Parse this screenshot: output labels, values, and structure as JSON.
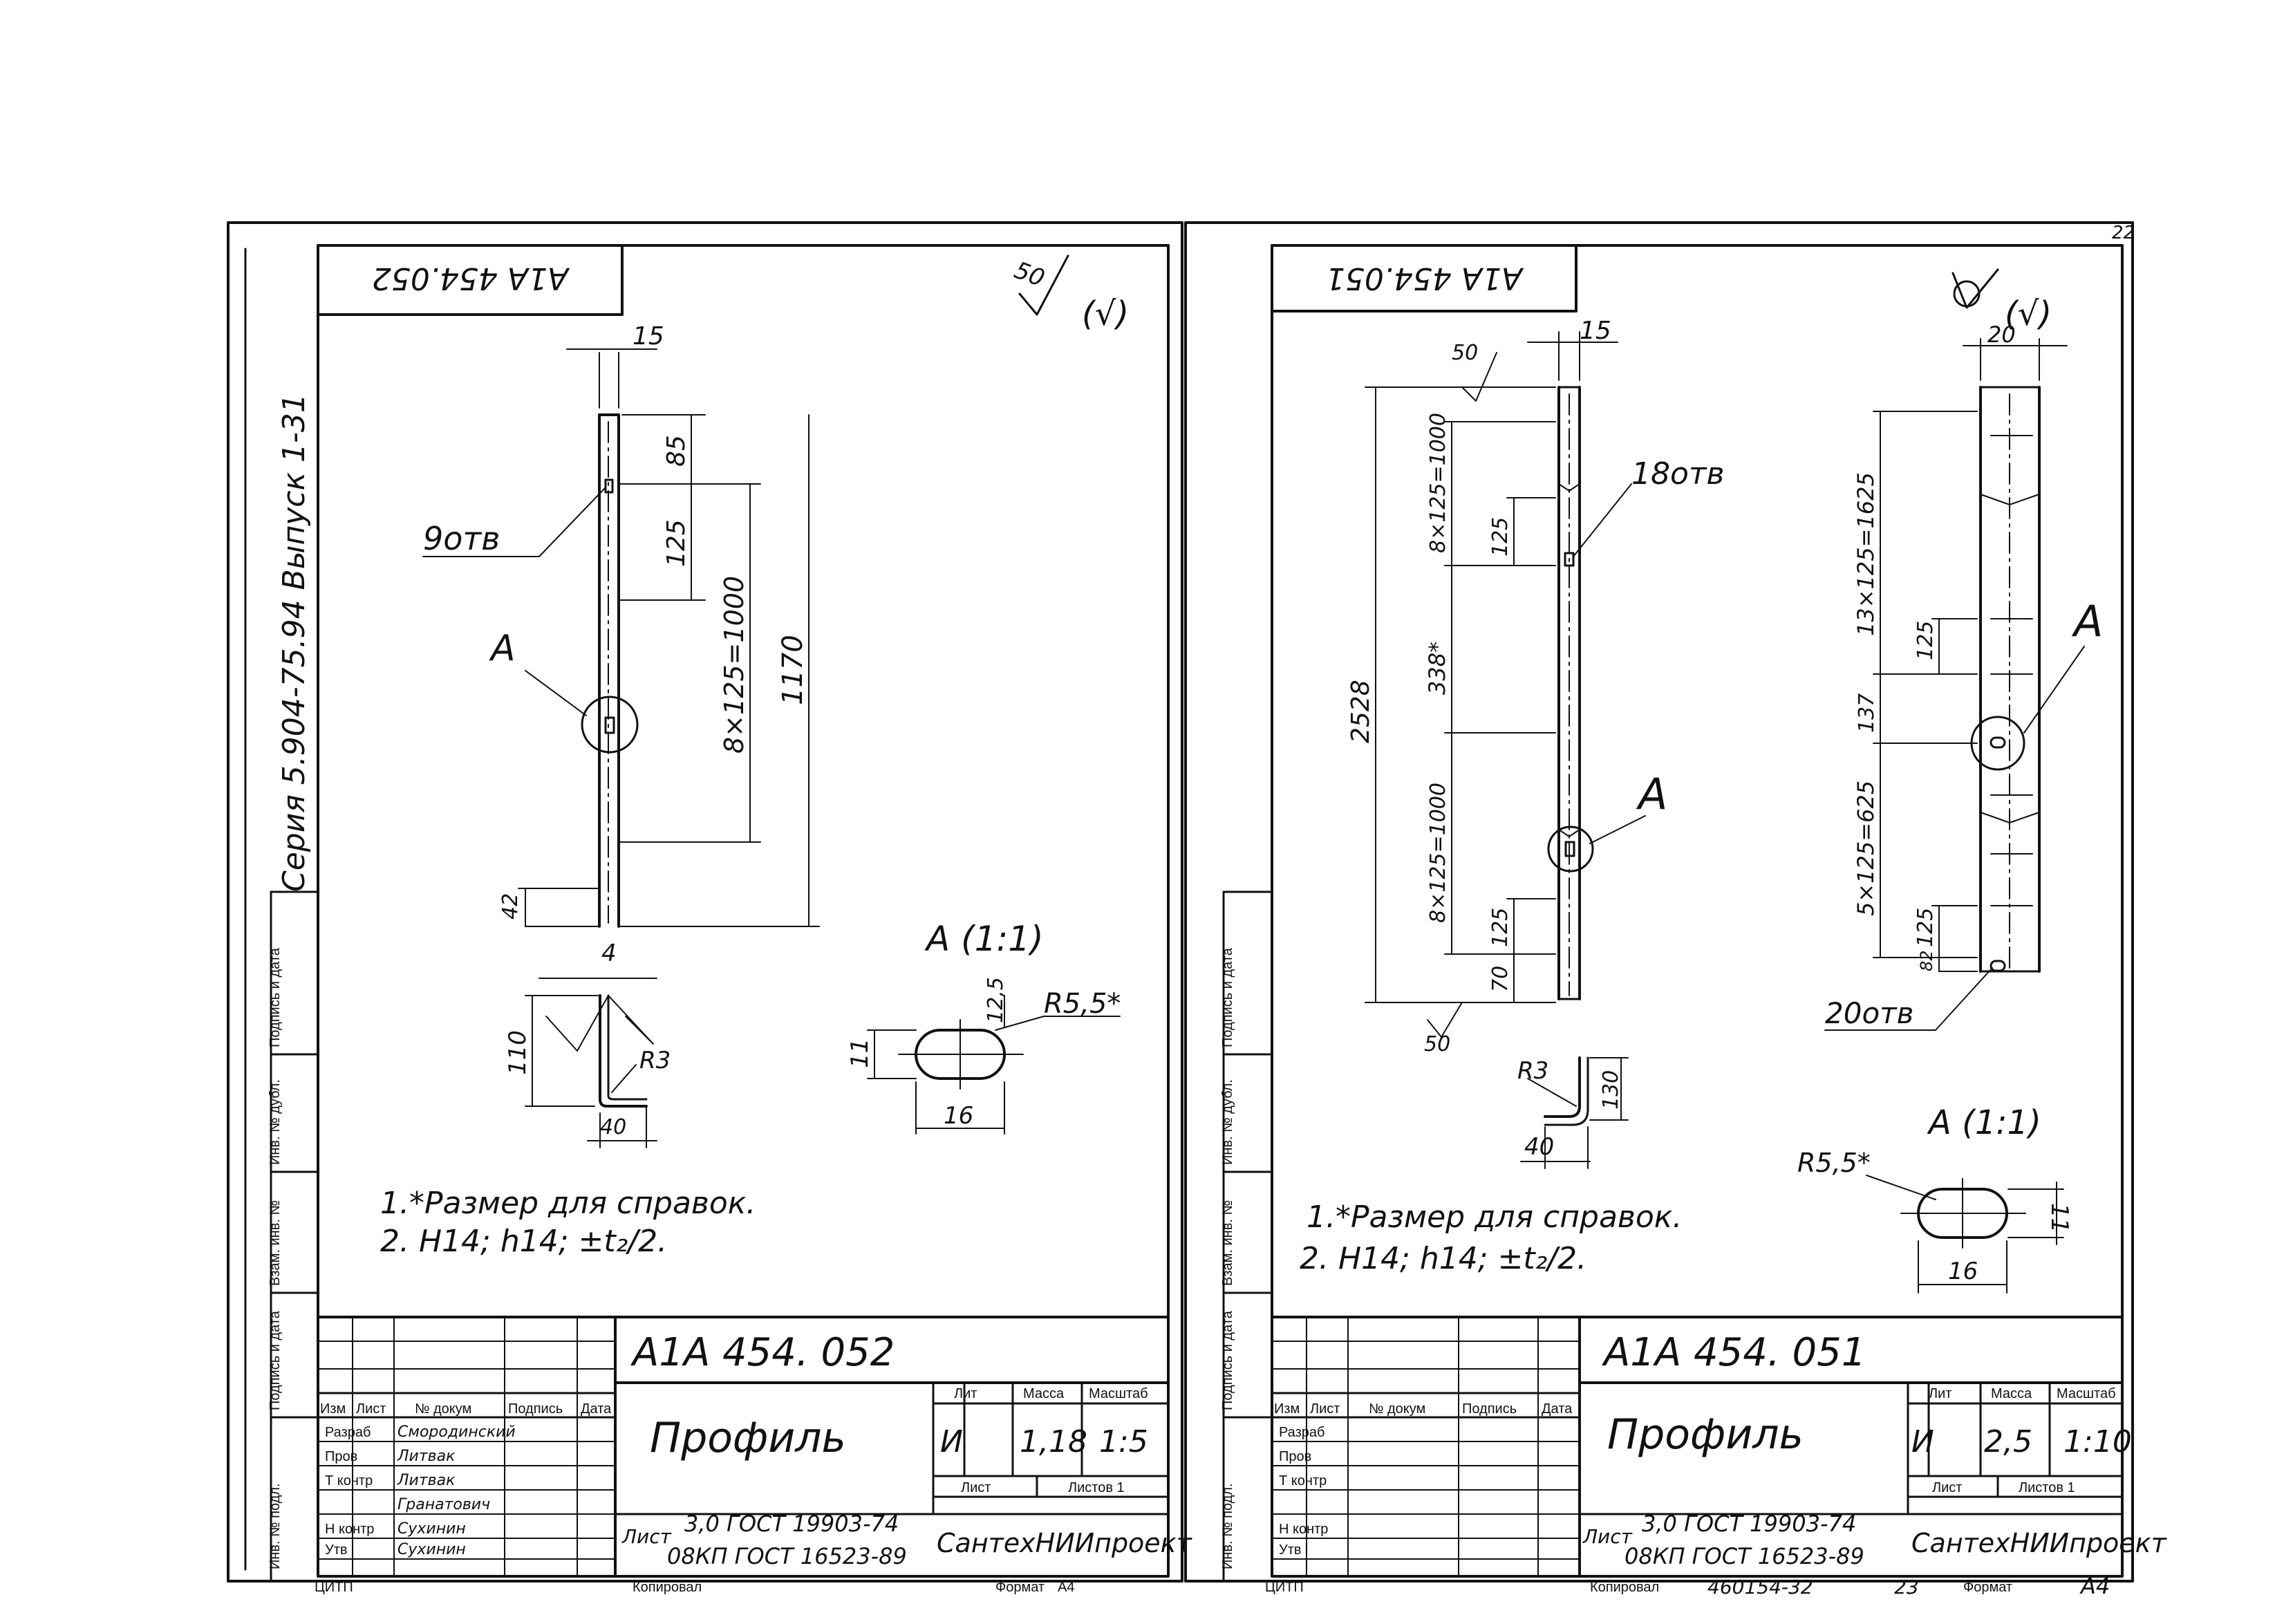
{
  "series_stamp": "Серия 5.904-75.94 Выпуск 1-31",
  "side_labels": [
    "Подпись и дата",
    "Инв. № дубл.",
    "Взам. инв. №",
    "Подпись и дата",
    "Инв. № подл."
  ],
  "tb_headers": {
    "izm": "Изм",
    "list": "Лист",
    "doc": "№ докум",
    "sign": "Подпись",
    "date": "Дата",
    "lit": "Лит",
    "mass": "Масса",
    "scale": "Масштаб",
    "sheet": "Лист",
    "sheets": "Листов 1"
  },
  "tb_roles": [
    "Разраб",
    "Пров",
    "Т контр",
    "Н контр",
    "Утв"
  ],
  "footer": {
    "citp": "ЦИТП",
    "copied": "Копировал",
    "format_label": "Формат",
    "format_value": "А4",
    "job": "460154-32",
    "page": "23"
  },
  "corner_page": "22",
  "left": {
    "rev_code": "А1А 454.052",
    "roughness": "50",
    "roughness_general": "(√)",
    "dims": {
      "top_width": "15",
      "d85": "85",
      "d125": "125",
      "d8x125": "8×125=1000",
      "d1170": "1170",
      "d42": "42",
      "d4": "4",
      "d110": "110",
      "d40": "40",
      "r3": "R3",
      "holes": "9отв",
      "view": "А",
      "detail": "А (1:1)",
      "d12_5": "12,5",
      "r5_5": "R5,5*",
      "d11": "11",
      "d16": "16"
    },
    "notes": [
      "1.*Размер для справок.",
      "2. H14; h14; ±t₂/2."
    ],
    "title_code": "А1А 454. 052",
    "name": "Профиль",
    "lit": "И",
    "mass": "1,18",
    "scale": "1:5",
    "material_prefix": "Лист",
    "material_1": "3,0 ГОСТ 19903-74",
    "material_2": "08КП ГОСТ 16523-89",
    "org": "СантехНИИпроект",
    "sigs": [
      "Смородинский",
      "Литвак",
      "Литвак",
      "Гранатович",
      "Сухинин",
      "Сухинин"
    ]
  },
  "right": {
    "rev_code": "А1А 454.051",
    "roughness": "50",
    "roughness_general": "(√)",
    "dims": {
      "top_width": "15",
      "d20": "20",
      "d8x125_top": "8×125=1000",
      "d125a": "125",
      "holes18": "18отв",
      "d338": "338*",
      "d2528": "2528",
      "d8x125_bot": "8×125=1000",
      "d125b": "125",
      "d70": "70",
      "d13x125": "13×125=1625",
      "d125c": "125",
      "d137": "137",
      "d5x125": "5×125=625",
      "d125d": "125",
      "d82": "82",
      "holes20": "20отв",
      "view_a1": "А",
      "view_a2": "А",
      "r3": "R3",
      "d130": "130",
      "d40": "40",
      "detail": "А (1:1)",
      "r5_5": "R5,5*",
      "d11": "11",
      "d16": "16"
    },
    "notes": [
      "1.*Размер для справок.",
      "2. H14; h14; ±t₂/2."
    ],
    "title_code": "А1А 454. 051",
    "name": "Профиль",
    "lit": "И",
    "mass": "2,5",
    "scale": "1:10",
    "material_prefix": "Лист",
    "material_1": "3,0 ГОСТ 19903-74",
    "material_2": "08КП ГОСТ 16523-89",
    "org": "СантехНИИпроект"
  }
}
